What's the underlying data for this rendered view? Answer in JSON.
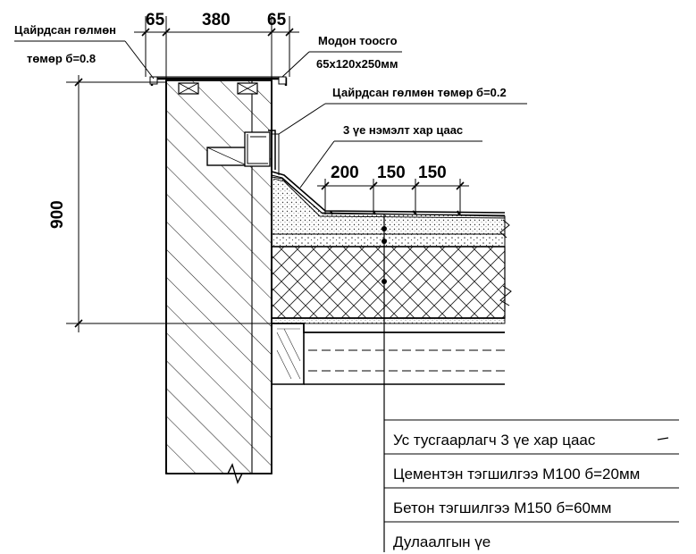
{
  "dimensions": {
    "top": [
      "65",
      "380",
      "65"
    ],
    "height": "900",
    "steps": [
      "200",
      "150",
      "150"
    ]
  },
  "notes": {
    "galvanized_08_line1": "Цайрдсан гөлмөн",
    "galvanized_08_line2": "төмөр б=0.8",
    "wood_brick_line1": "Модон тоосго",
    "wood_brick_line2": "65х120х250мм",
    "galvanized_02": "Цайрдсан гөлмөн төмөр б=0.2",
    "extra_tarpaper": "3 үе нэмэлт хар цаас"
  },
  "legend": [
    "Ус тусгаарлагч 3 үе хар цаас",
    "Цементэн тэгшилгээ М100 б=20мм",
    "Бетон тэгшилгээ М150 б=60мм",
    "Дулаалгын үе"
  ]
}
